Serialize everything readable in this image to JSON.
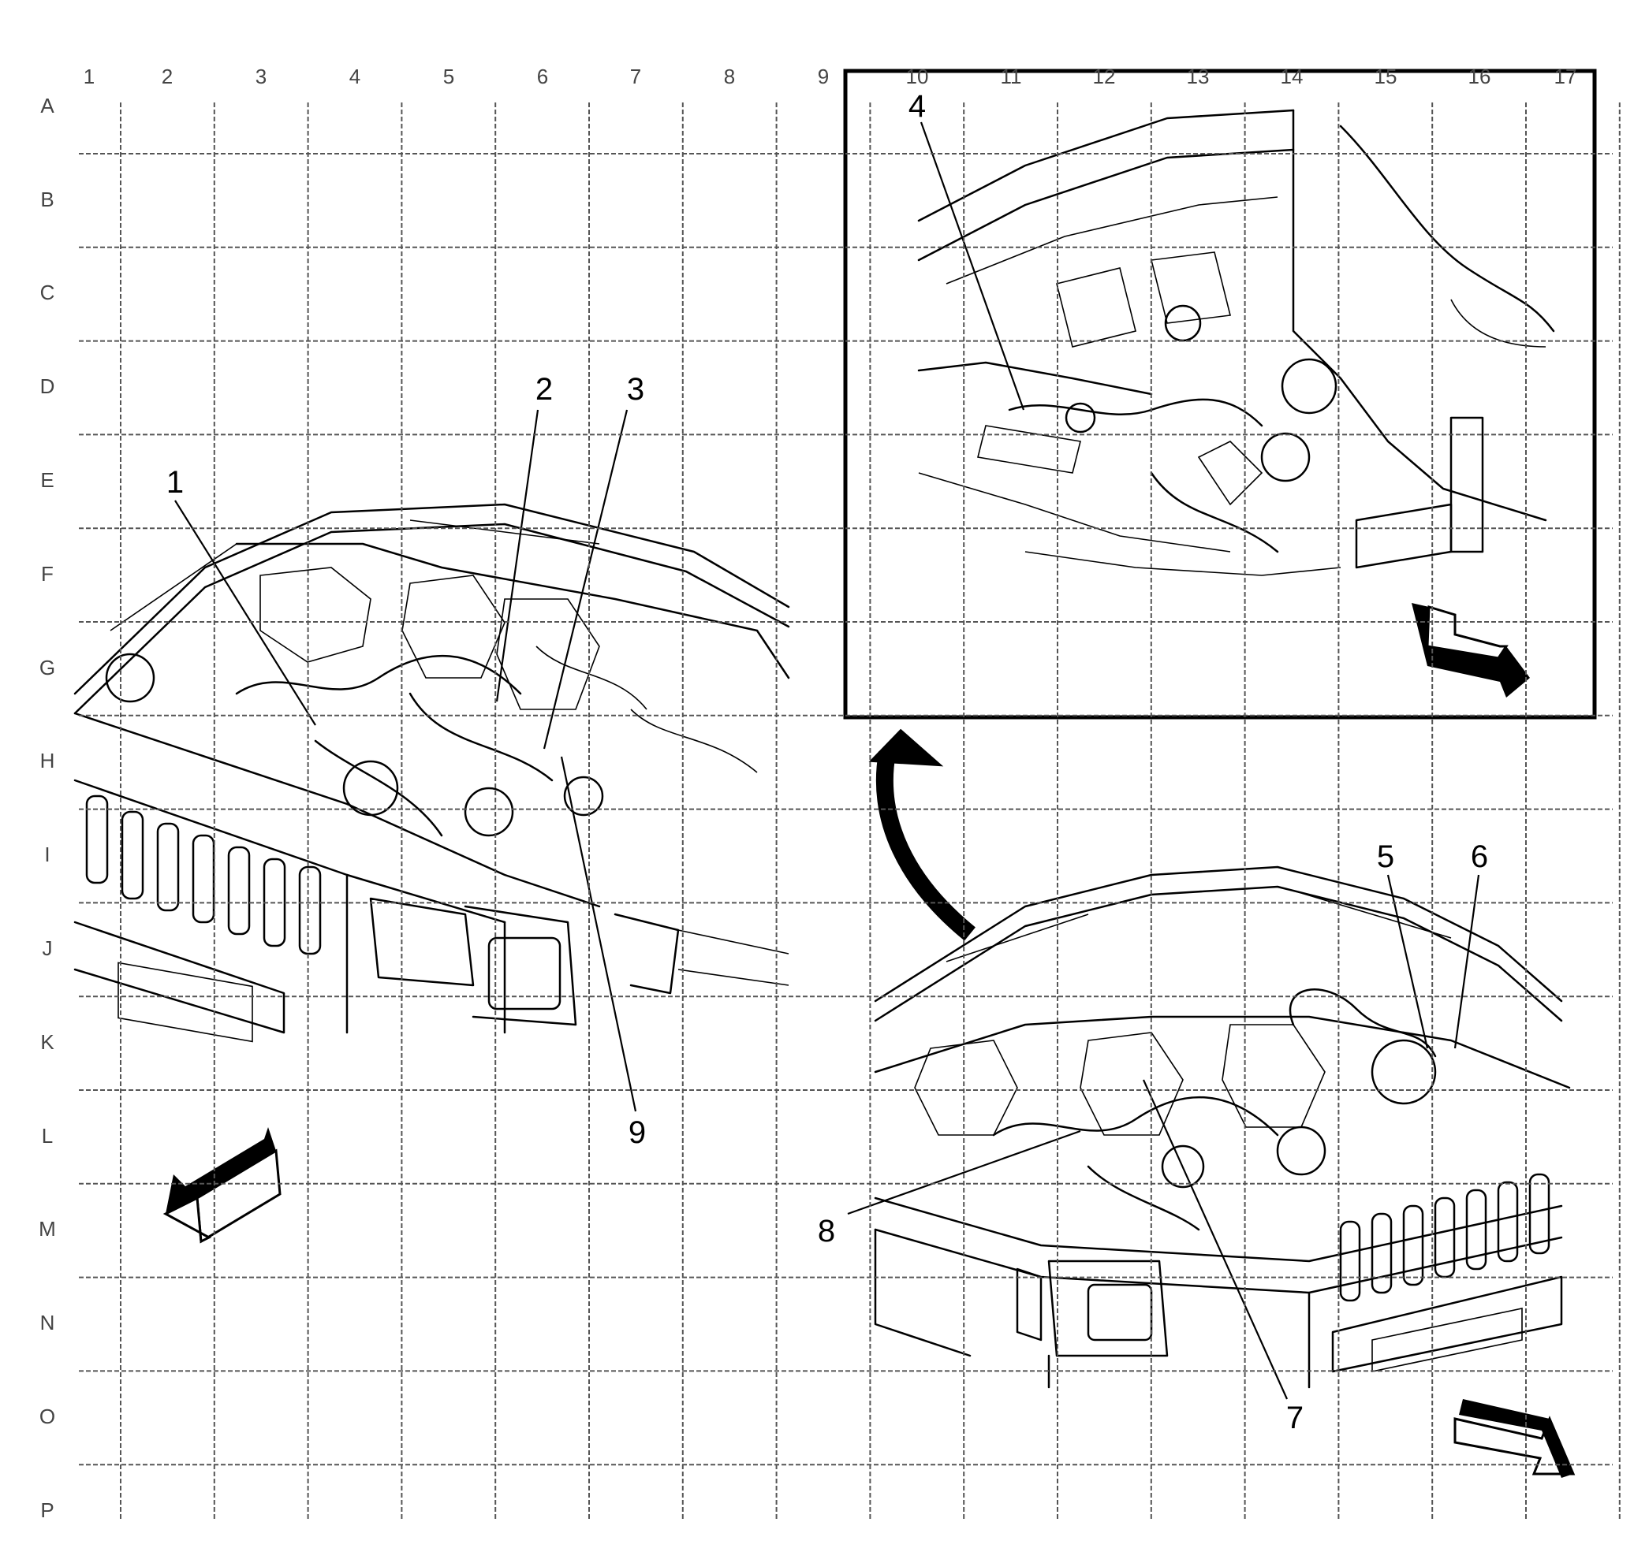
{
  "grid": {
    "columns": [
      "1",
      "2",
      "3",
      "4",
      "5",
      "6",
      "7",
      "8",
      "9",
      "10",
      "11",
      "12",
      "13",
      "14",
      "15",
      "16",
      "17"
    ],
    "rows": [
      "A",
      "B",
      "C",
      "D",
      "E",
      "F",
      "G",
      "H",
      "I",
      "J",
      "K",
      "L",
      "M",
      "N",
      "O",
      "P"
    ]
  },
  "callouts": [
    "1",
    "2",
    "3",
    "4",
    "5",
    "6",
    "7",
    "8",
    "9"
  ],
  "colors": {
    "ink": "#000000",
    "grid": "#555555",
    "background": "#ffffff"
  },
  "icons": {
    "view_arrow_left": "direction-arrow-icon",
    "view_arrow_inset": "direction-arrow-icon",
    "view_arrow_right": "direction-arrow-icon",
    "detail_arrow": "curved-arrow-icon"
  }
}
